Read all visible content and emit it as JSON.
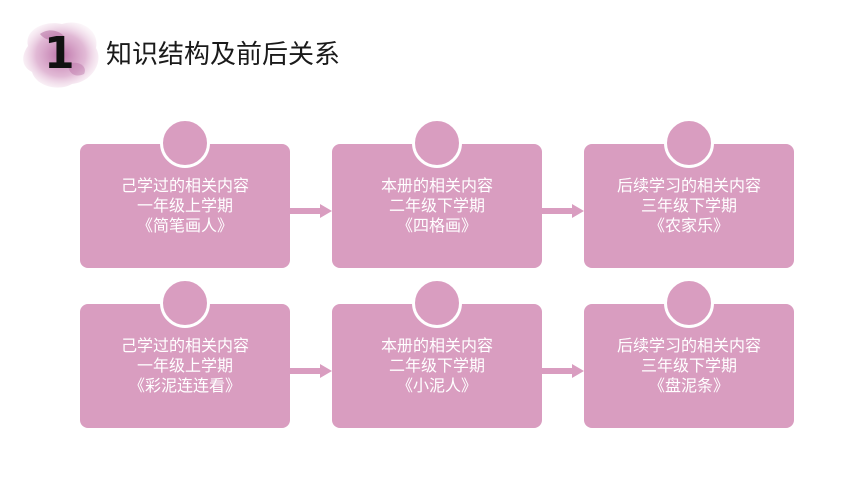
{
  "header": {
    "number": "1",
    "title": "知识结构及前后关系"
  },
  "colors": {
    "card": "#d99dc0",
    "arrow": "#d99dc0",
    "splash": "#c77fb0"
  },
  "rows": [
    {
      "cards": [
        {
          "lines": [
            "己学过的相关内容",
            "一年级上学期",
            "《简笔画人》"
          ]
        },
        {
          "lines": [
            "本册的相关内容",
            "二年级下学期",
            "《四格画》"
          ]
        },
        {
          "lines": [
            "后续学习的相关内容",
            "三年级下学期",
            "《农家乐》"
          ]
        }
      ]
    },
    {
      "cards": [
        {
          "lines": [
            "己学过的相关内容",
            "一年级上学期",
            "《彩泥连连看》"
          ]
        },
        {
          "lines": [
            "本册的相关内容",
            "二年级下学期",
            "《小泥人》"
          ]
        },
        {
          "lines": [
            "后续学习的相关内容",
            "三年级下学期",
            "《盘泥条》"
          ]
        }
      ]
    }
  ]
}
